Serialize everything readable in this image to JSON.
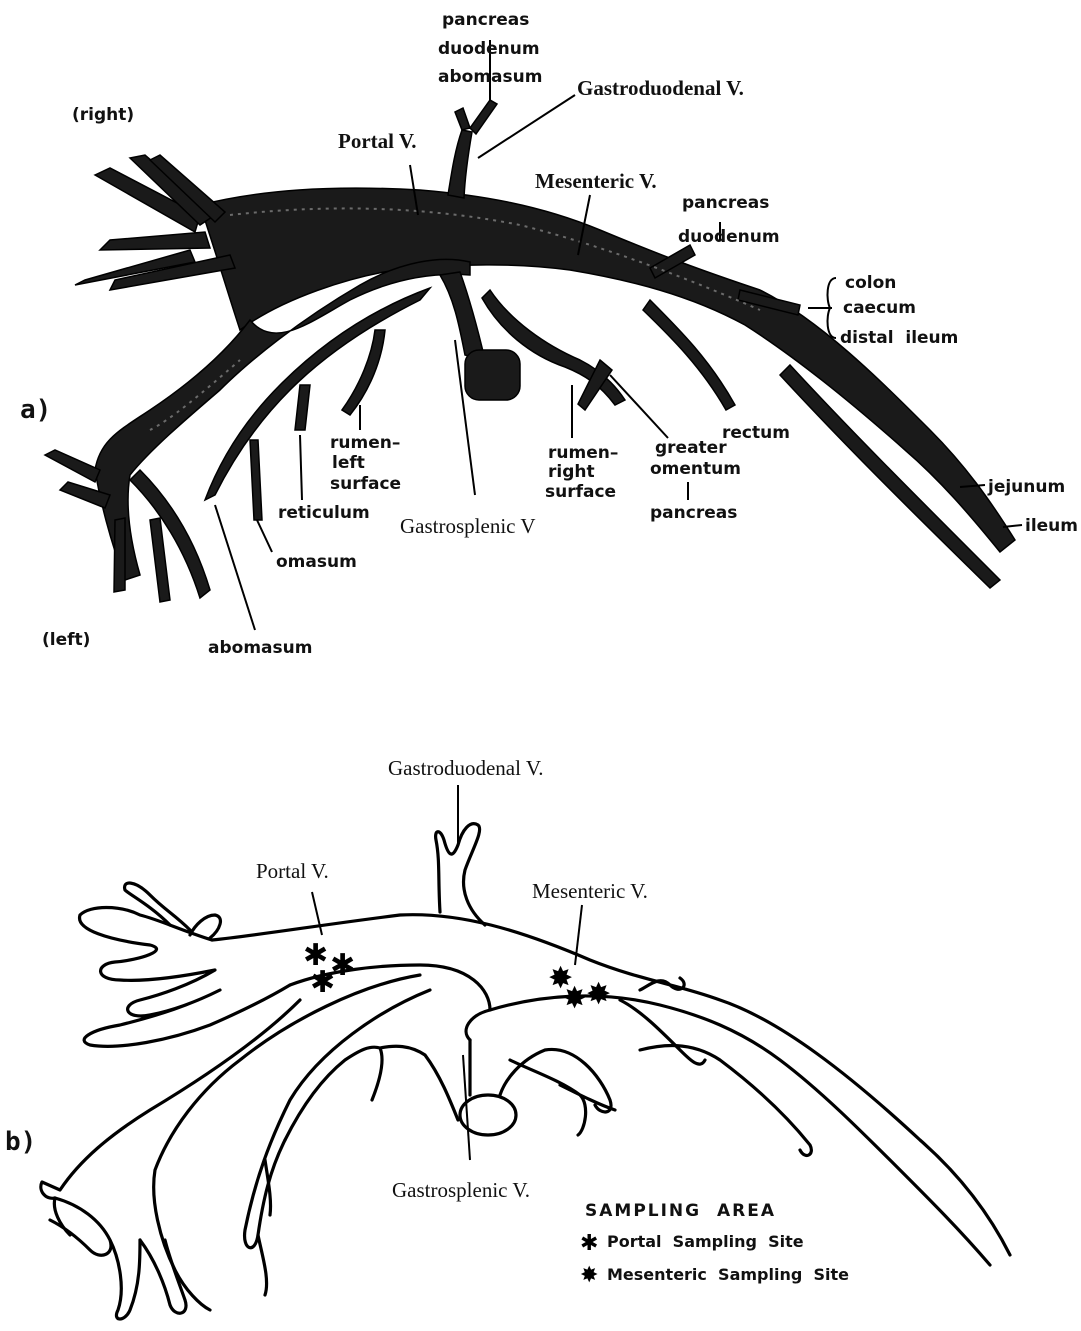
{
  "panel_a": {
    "panel_label": "a)",
    "right_label": "(right)",
    "left_label": "(left)",
    "veins": {
      "portal": "Portal V.",
      "gastroduodenal": "Gastroduodenal V.",
      "mesenteric": "Mesenteric V.",
      "gastrosplenic": "Gastrosplenic V"
    },
    "organs": {
      "top_stack": [
        "pancreas",
        "duodenum",
        "abomasum"
      ],
      "mes_stack": [
        "pancreas",
        "duodenum"
      ],
      "bracket_stack": [
        "colon",
        "caecum",
        "distal  ileum"
      ],
      "rumen_left": [
        "rumen–",
        "left",
        "surface"
      ],
      "rumen_right": [
        "rumen–",
        "right",
        "surface"
      ],
      "greater_omentum": [
        "greater",
        "omentum"
      ],
      "pancreas_bottom": "pancreas",
      "rectum": "rectum",
      "jejunum": "jejunum",
      "ileum": "ileum",
      "reticulum": "reticulum",
      "omasum": "omasum",
      "abomasum_bottom": "abomasum"
    }
  },
  "panel_b": {
    "panel_label": "b)",
    "veins": {
      "gastroduodenal": "Gastroduodenal V.",
      "portal": "Portal V.",
      "mesenteric": "Mesenteric V.",
      "gastrosplenic": "Gastrosplenic V."
    },
    "legend": {
      "title": "SAMPLING  AREA",
      "portal_symbol": "✱",
      "portal_label": "Portal  Sampling  Site",
      "mesenteric_symbol": "✸",
      "mesenteric_label": "Mesenteric  Sampling  Site"
    }
  }
}
